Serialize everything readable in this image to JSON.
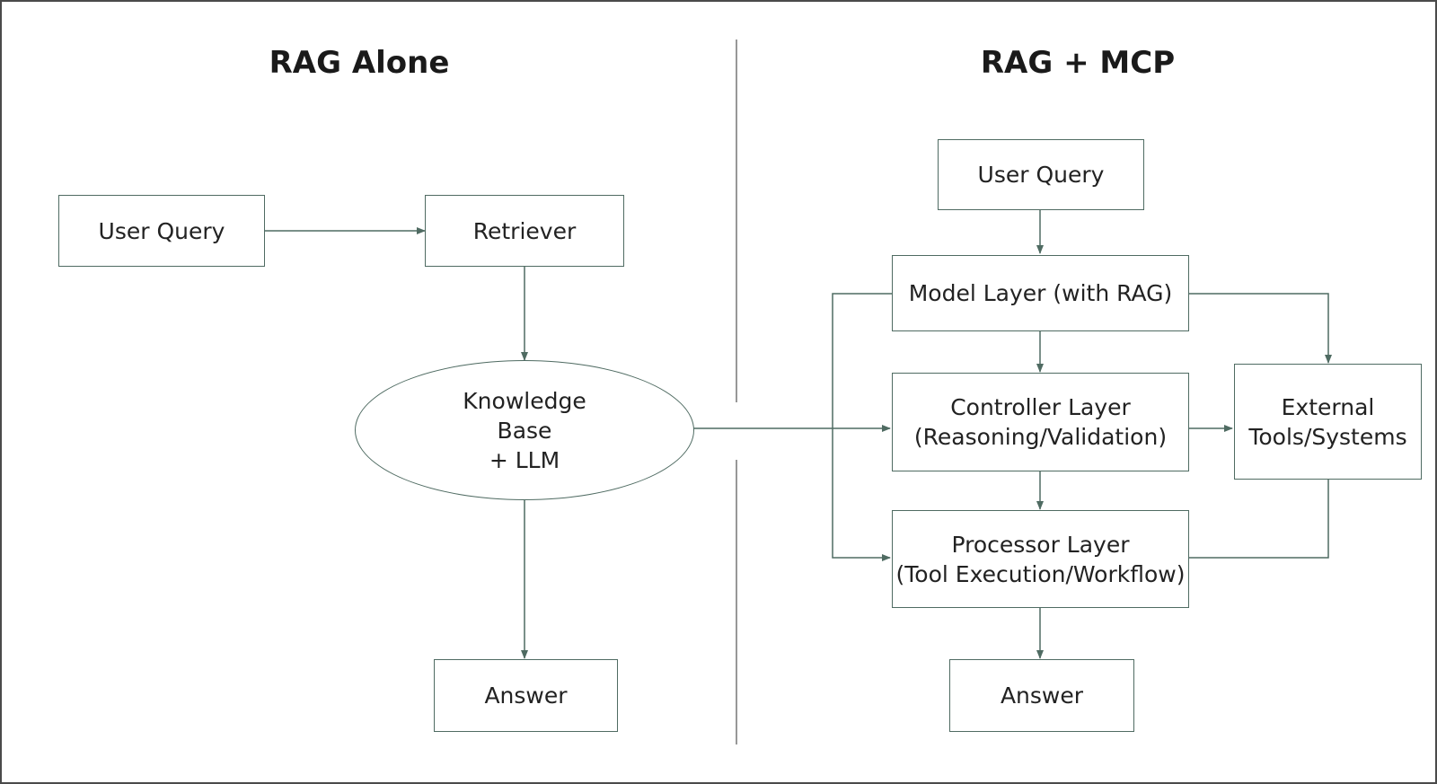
{
  "left_panel": {
    "title": "RAG Alone",
    "user_query": "User Query",
    "retriever": "Retriever",
    "knowledge_base": "Knowledge\nBase\n+ LLM",
    "answer": "Answer"
  },
  "right_panel": {
    "title": "RAG + MCP",
    "user_query": "User Query",
    "model_layer": "Model Layer (with RAG)",
    "controller_layer": "Controller Layer\n(Reasoning/Validation)",
    "processor_layer": "Processor Layer\n(Tool Execution/Workflow)",
    "external_tools": "External\nTools/Systems",
    "answer": "Answer"
  },
  "colors": {
    "connector": "#4f6b62",
    "divider": "#777777",
    "frame": "#4a4a4a"
  }
}
